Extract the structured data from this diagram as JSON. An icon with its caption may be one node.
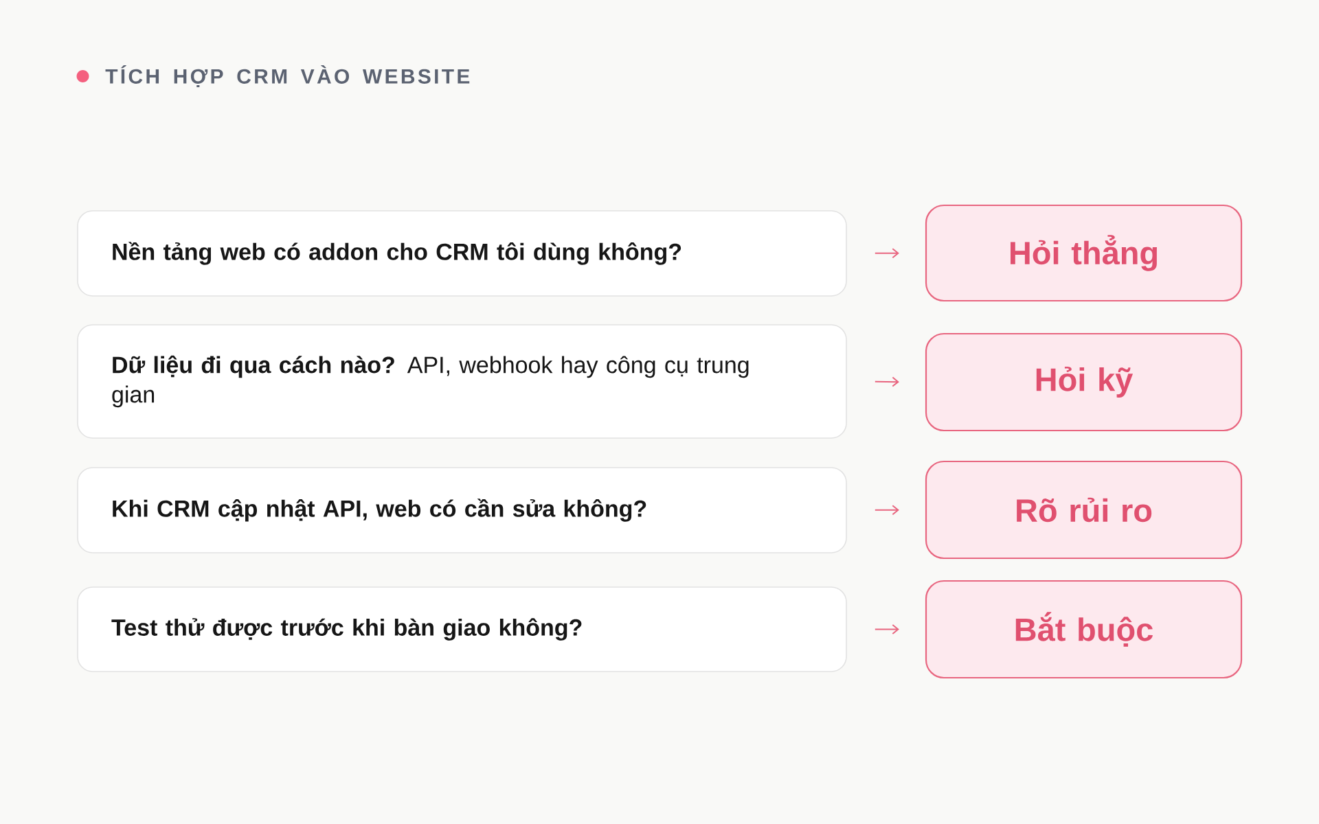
{
  "diagram": {
    "title": "TÍCH HỢP CRM VÀO WEBSITE",
    "nodes": [
      {
        "text": [
          "Nền tảng web có addon cho CRM tôi dùng không?"
        ]
      },
      {
        "text": [
          "Hỏi thẳng"
        ]
      },
      {
        "text": [
          "**Dữ liệu đi qua cách nào?** API, webhook hay công cụ trung gian"
        ]
      },
      {
        "text": [
          "Hỏi kỹ"
        ]
      },
      {
        "text": [
          "Khi CRM cập nhật API, web có cần sửa không?"
        ]
      },
      {
        "text": [
          "Rõ rủi ro"
        ]
      },
      {
        "text": [
          "Test thử được trước khi bàn giao không?"
        ]
      },
      {
        "text": [
          "Bắt buộc"
        ]
      }
    ],
    "edges": [
      {
        "from": 0,
        "to": 1,
        "arrow": "to"
      },
      {
        "from": 2,
        "to": 3,
        "arrow": "to"
      },
      {
        "from": 4,
        "to": 5,
        "arrow": "to"
      },
      {
        "from": 6,
        "to": 7,
        "arrow": "to"
      }
    ]
  }
}
